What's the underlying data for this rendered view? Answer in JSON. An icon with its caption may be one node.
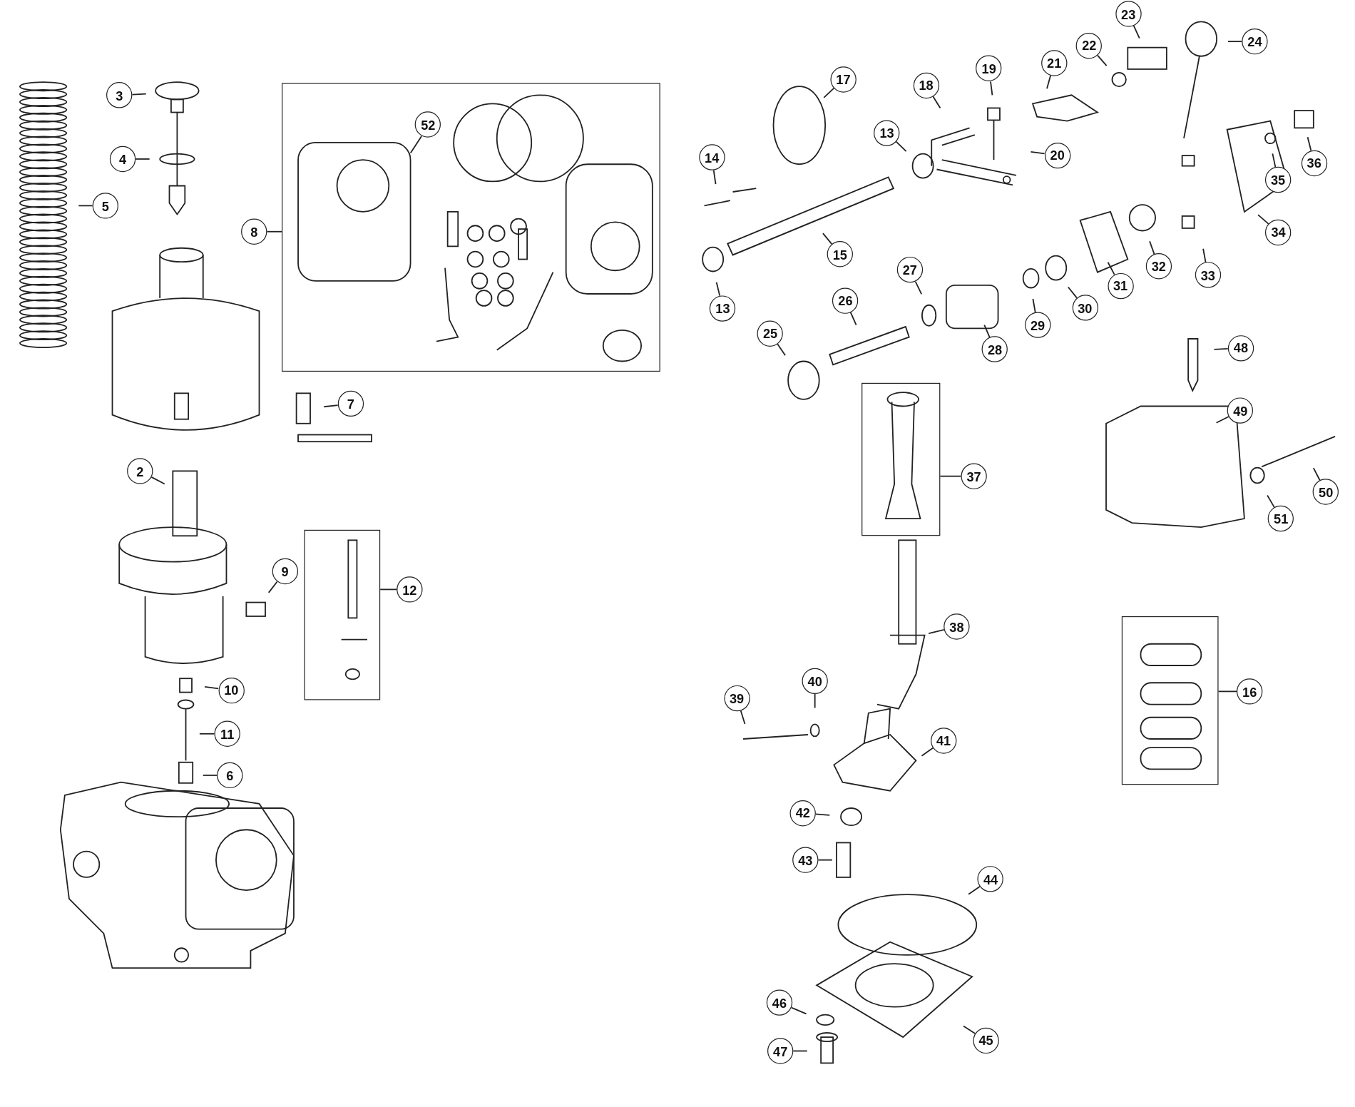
{
  "diagram": {
    "nodes": [
      {
        "text": [],
        "shape": "box"
      },
      {
        "text": [],
        "shape": "box"
      },
      {
        "text": [],
        "shape": "box"
      },
      {
        "text": [],
        "shape": "box"
      },
      {
        "text": [
          "3"
        ]
      },
      {
        "text": [
          "4"
        ]
      },
      {
        "text": [
          "5"
        ]
      },
      {
        "text": [
          "8"
        ]
      },
      {
        "text": [
          "52"
        ],
        "in": 0
      },
      {
        "text": [
          "7"
        ]
      },
      {
        "text": [
          "2"
        ]
      },
      {
        "text": [
          "9"
        ]
      },
      {
        "text": [
          "12"
        ]
      },
      {
        "text": [
          "10"
        ]
      },
      {
        "text": [
          "11"
        ]
      },
      {
        "text": [
          "6"
        ]
      },
      {
        "text": [
          "13"
        ]
      },
      {
        "text": [
          "14"
        ]
      },
      {
        "text": [
          "15"
        ]
      },
      {
        "text": [
          "13"
        ]
      },
      {
        "text": [
          "17"
        ]
      },
      {
        "text": [
          "18"
        ]
      },
      {
        "text": [
          "19"
        ]
      },
      {
        "text": [
          "20"
        ]
      },
      {
        "text": [
          "21"
        ]
      },
      {
        "text": [
          "22"
        ]
      },
      {
        "text": [
          "23"
        ]
      },
      {
        "text": [
          "24"
        ]
      },
      {
        "text": [
          "25"
        ]
      },
      {
        "text": [
          "26"
        ]
      },
      {
        "text": [
          "27"
        ]
      },
      {
        "text": [
          "28"
        ]
      },
      {
        "text": [
          "29"
        ]
      },
      {
        "text": [
          "30"
        ]
      },
      {
        "text": [
          "31"
        ]
      },
      {
        "text": [
          "32"
        ]
      },
      {
        "text": [
          "33"
        ]
      },
      {
        "text": [
          "34"
        ]
      },
      {
        "text": [
          "35"
        ]
      },
      {
        "text": [
          "36"
        ]
      },
      {
        "text": [
          "37"
        ]
      },
      {
        "text": [
          "38"
        ]
      },
      {
        "text": [
          "39"
        ]
      },
      {
        "text": [
          "40"
        ]
      },
      {
        "text": [
          "41"
        ]
      },
      {
        "text": [
          "42"
        ]
      },
      {
        "text": [
          "43"
        ]
      },
      {
        "text": [
          "44"
        ]
      },
      {
        "text": [
          "45"
        ]
      },
      {
        "text": [
          "46"
        ]
      },
      {
        "text": [
          "47"
        ]
      },
      {
        "text": [
          "48"
        ]
      },
      {
        "text": [
          "49"
        ]
      },
      {
        "text": [
          "50"
        ]
      },
      {
        "text": [
          "51"
        ]
      },
      {
        "text": [
          "16"
        ]
      }
    ],
    "edges": [
      {
        "from": 4,
        "to": null,
        "arrow": "none"
      },
      {
        "from": 5,
        "to": null,
        "arrow": "none"
      },
      {
        "from": 6,
        "to": null,
        "arrow": "none"
      },
      {
        "from": 7,
        "to": 0,
        "arrow": "none"
      },
      {
        "from": 8,
        "to": null,
        "arrow": "none"
      },
      {
        "from": 9,
        "to": null,
        "arrow": "none"
      },
      {
        "from": 10,
        "to": null,
        "arrow": "none"
      },
      {
        "from": 11,
        "to": null,
        "arrow": "none"
      },
      {
        "from": 12,
        "to": 1,
        "arrow": "none"
      },
      {
        "from": 13,
        "to": null,
        "arrow": "none"
      },
      {
        "from": 14,
        "to": null,
        "arrow": "none"
      },
      {
        "from": 15,
        "to": null,
        "arrow": "none"
      },
      {
        "from": 16,
        "to": null,
        "arrow": "none"
      },
      {
        "from": 17,
        "to": null,
        "arrow": "none"
      },
      {
        "from": 18,
        "to": null,
        "arrow": "none"
      },
      {
        "from": 19,
        "to": null,
        "arrow": "none"
      },
      {
        "from": 20,
        "to": null,
        "arrow": "none"
      },
      {
        "from": 21,
        "to": null,
        "arrow": "none"
      },
      {
        "from": 22,
        "to": null,
        "arrow": "none"
      },
      {
        "from": 23,
        "to": null,
        "arrow": "none"
      },
      {
        "from": 24,
        "to": null,
        "arrow": "none"
      },
      {
        "from": 25,
        "to": null,
        "arrow": "none"
      },
      {
        "from": 26,
        "to": null,
        "arrow": "none"
      },
      {
        "from": 27,
        "to": null,
        "arrow": "none"
      },
      {
        "from": 28,
        "to": null,
        "arrow": "none"
      },
      {
        "from": 29,
        "to": null,
        "arrow": "none"
      },
      {
        "from": 30,
        "to": null,
        "arrow": "none"
      },
      {
        "from": 31,
        "to": null,
        "arrow": "none"
      },
      {
        "from": 32,
        "to": null,
        "arrow": "none"
      },
      {
        "from": 33,
        "to": null,
        "arrow": "none"
      },
      {
        "from": 34,
        "to": null,
        "arrow": "none"
      },
      {
        "from": 35,
        "to": null,
        "arrow": "none"
      },
      {
        "from": 36,
        "to": null,
        "arrow": "none"
      },
      {
        "from": 37,
        "to": null,
        "arrow": "none"
      },
      {
        "from": 38,
        "to": null,
        "arrow": "none"
      },
      {
        "from": 39,
        "to": null,
        "arrow": "none"
      },
      {
        "from": 40,
        "to": 2,
        "arrow": "none"
      },
      {
        "from": 41,
        "to": null,
        "arrow": "none"
      },
      {
        "from": 42,
        "to": null,
        "arrow": "none"
      },
      {
        "from": 43,
        "to": null,
        "arrow": "none"
      },
      {
        "from": 44,
        "to": null,
        "arrow": "none"
      },
      {
        "from": 45,
        "to": null,
        "arrow": "none"
      },
      {
        "from": 46,
        "to": null,
        "arrow": "none"
      },
      {
        "from": 47,
        "to": null,
        "arrow": "none"
      },
      {
        "from": 48,
        "to": null,
        "arrow": "none"
      },
      {
        "from": 49,
        "to": null,
        "arrow": "none"
      },
      {
        "from": 50,
        "to": null,
        "arrow": "none"
      },
      {
        "from": 51,
        "to": null,
        "arrow": "none"
      },
      {
        "from": 52,
        "to": null,
        "arrow": "none"
      },
      {
        "from": 53,
        "to": null,
        "arrow": "none"
      },
      {
        "from": 54,
        "to": null,
        "arrow": "none"
      },
      {
        "from": 55,
        "to": 3,
        "arrow": "none"
      }
    ]
  }
}
